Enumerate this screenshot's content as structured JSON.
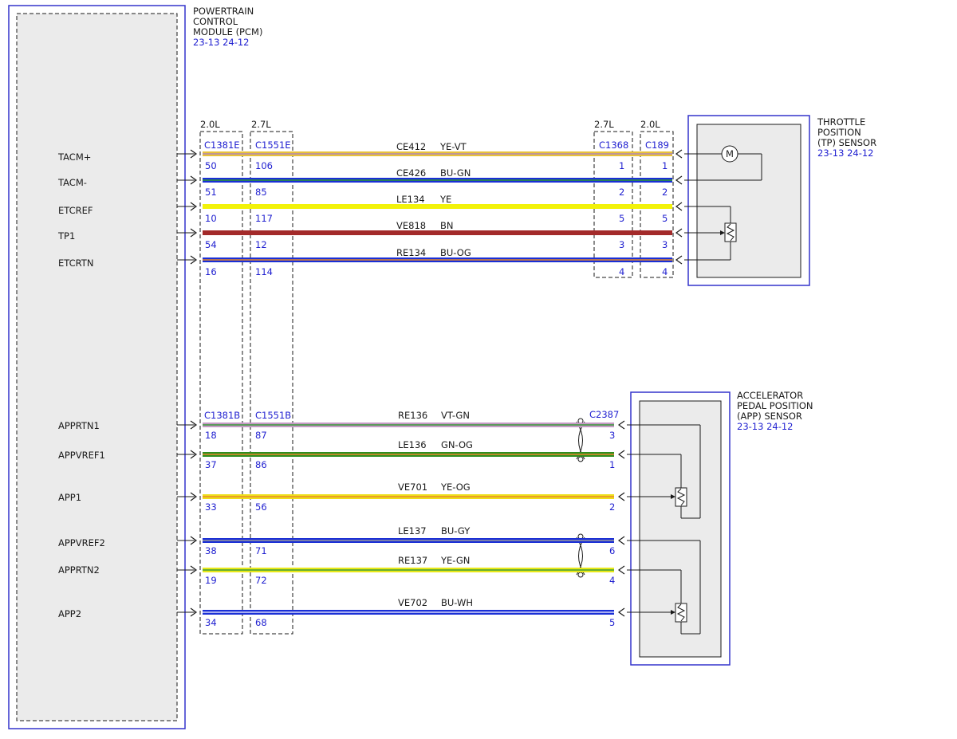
{
  "colors": {
    "frame": "#3333cc",
    "ref": "#1f1fd0",
    "box_fill": "#ebebeb",
    "YE-VT": [
      "#e8c23a",
      "#b088b8"
    ],
    "BU-GN": [
      "#1a2fd6",
      "#2e9a2e"
    ],
    "YE": [
      "#f2f20a",
      "#f2f20a"
    ],
    "BN": [
      "#a32a2a",
      "#a32a2a"
    ],
    "BU-OG": [
      "#1a2fd6",
      "#e8892a"
    ],
    "VT-GN": [
      "#c59ac5",
      "#3a9a3a"
    ],
    "GN-OG": [
      "#2f8f1f",
      "#e8892a"
    ],
    "YE-OG": [
      "#eede1a",
      "#e8892a"
    ],
    "BU-GY": [
      "#1a2fd6",
      "#9a9a9a"
    ],
    "YE-GN": [
      "#e8e81a",
      "#3a9a3a"
    ],
    "BU-WH": [
      "#1a2fd6",
      "#d8d8f8"
    ]
  },
  "pcm": {
    "title_lines": [
      "POWERTRAIN",
      "CONTROL",
      "MODULE (PCM)"
    ],
    "refs": "23-13  24-12"
  },
  "tp_sensor": {
    "title_lines": [
      "THROTTLE",
      "POSITION",
      "(TP) SENSOR"
    ],
    "refs": "23-13  24-12",
    "motor_label": "M"
  },
  "app_sensor": {
    "title_lines": [
      "ACCELERATOR",
      "PEDAL POSITION",
      "(APP) SENSOR"
    ],
    "refs": "23-13  24-12"
  },
  "engine_tags": {
    "left_a": "2.0L",
    "left_b": "2.7L",
    "right_a": "2.7L",
    "right_b": "2.0L"
  },
  "connectors": {
    "pcm_a_top": "C1381E",
    "pcm_b_top": "C1551E",
    "tp_a": "C1368",
    "tp_b": "C189",
    "pcm_a_bottom": "C1381B",
    "pcm_b_bottom": "C1551B",
    "app": "C2387"
  },
  "circuits_top": [
    {
      "pin_name": "TACM+",
      "circuit": "CE412",
      "color": "YE-VT",
      "pin_a": "50",
      "pin_b": "106",
      "pin_tp_a": "1",
      "pin_tp_b": "1"
    },
    {
      "pin_name": "TACM-",
      "circuit": "CE426",
      "color": "BU-GN",
      "pin_a": "51",
      "pin_b": "85",
      "pin_tp_a": "2",
      "pin_tp_b": "2"
    },
    {
      "pin_name": "ETCREF",
      "circuit": "LE134",
      "color": "YE",
      "pin_a": "10",
      "pin_b": "117",
      "pin_tp_a": "5",
      "pin_tp_b": "5"
    },
    {
      "pin_name": "TP1",
      "circuit": "VE818",
      "color": "BN",
      "pin_a": "54",
      "pin_b": "12",
      "pin_tp_a": "3",
      "pin_tp_b": "3"
    },
    {
      "pin_name": "ETCRTN",
      "circuit": "RE134",
      "color": "BU-OG",
      "pin_a": "16",
      "pin_b": "114",
      "pin_tp_a": "4",
      "pin_tp_b": "4"
    }
  ],
  "circuits_bottom": [
    {
      "pin_name": "APPRTN1",
      "circuit": "RE136",
      "color": "VT-GN",
      "pin_a": "18",
      "pin_b": "87",
      "pin_app": "3"
    },
    {
      "pin_name": "APPVREF1",
      "circuit": "LE136",
      "color": "GN-OG",
      "pin_a": "37",
      "pin_b": "86",
      "pin_app": "1"
    },
    {
      "pin_name": "APP1",
      "circuit": "VE701",
      "color": "YE-OG",
      "pin_a": "33",
      "pin_b": "56",
      "pin_app": "2"
    },
    {
      "pin_name": "APPVREF2",
      "circuit": "LE137",
      "color": "BU-GY",
      "pin_a": "38",
      "pin_b": "71",
      "pin_app": "6"
    },
    {
      "pin_name": "APPRTN2",
      "circuit": "RE137",
      "color": "YE-GN",
      "pin_a": "19",
      "pin_b": "72",
      "pin_app": "4"
    },
    {
      "pin_name": "APP2",
      "circuit": "VE702",
      "color": "BU-WH",
      "pin_a": "34",
      "pin_b": "68",
      "pin_app": "5"
    }
  ]
}
